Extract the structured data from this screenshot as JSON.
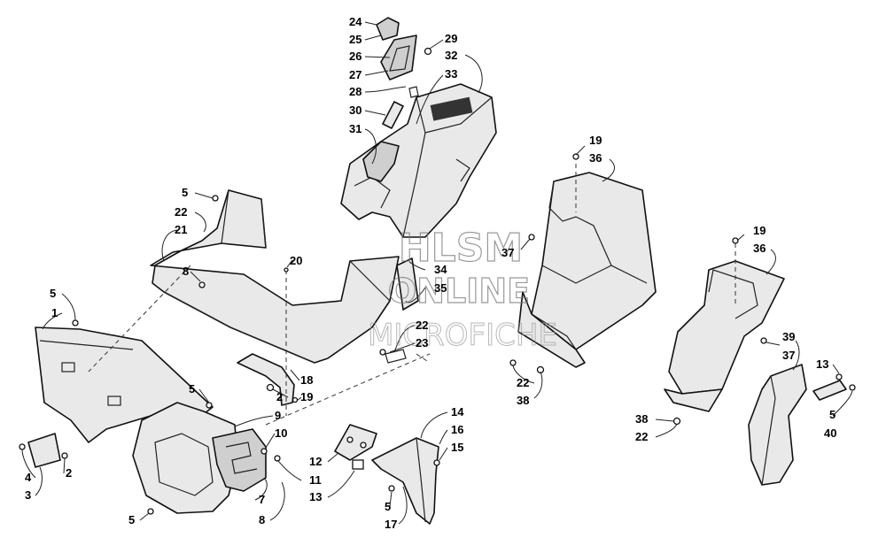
{
  "watermark": {
    "line1": "HLSM",
    "line2": "ONLINE",
    "line3": "MICROFICHE"
  },
  "callouts": {
    "c24": "24",
    "c25": "25",
    "c26": "26",
    "c27": "27",
    "c28": "28",
    "c29": "29",
    "c32": "32",
    "c33": "33",
    "c30": "30",
    "c31": "31",
    "c19a": "19",
    "c36a": "36",
    "c37a": "37",
    "c19b": "19",
    "c36b": "36",
    "c39": "39",
    "c37b": "37",
    "c13a": "13",
    "c5a": "5",
    "c40": "40",
    "c22a": "22",
    "c38a": "38",
    "c38b": "38",
    "c22b": "22",
    "c5b": "5",
    "c22c": "22",
    "c21": "21",
    "c8a": "8",
    "c20": "20",
    "c34": "34",
    "c35": "35",
    "c22d": "22",
    "c23": "23",
    "c5c": "5",
    "c1": "1",
    "c18": "18",
    "c2a": "2",
    "c19c": "19",
    "c5d": "5",
    "c9": "9",
    "c10": "10",
    "c4": "4",
    "c3": "3",
    "c2b": "2",
    "c7": "7",
    "c8b": "8",
    "c11": "11",
    "c12": "12",
    "c13b": "13",
    "c14": "14",
    "c16": "16",
    "c15": "15",
    "c5e": "5",
    "c17": "17",
    "c5f": "5"
  }
}
